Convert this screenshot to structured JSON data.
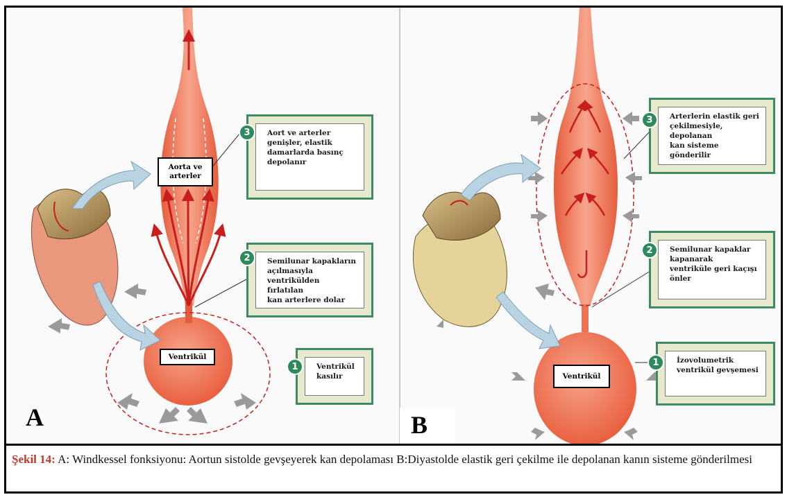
{
  "panel_a": {
    "letter": "A",
    "vessel_label": "Aorta ve\narterler",
    "ventricle_label": "Ventrikül",
    "callouts": [
      {
        "number": "3",
        "text": "Aort ve arterler\ngenişler, elastik\ndamarlarda basınç\ndepolanır"
      },
      {
        "number": "2",
        "text": "Semilunar kapakların\naçılmasıyla\nventrikülden fırlatılan\nkan arterlere dolar"
      },
      {
        "number": "1",
        "text": "Ventrikül\nkasılır"
      }
    ]
  },
  "panel_b": {
    "letter": "B",
    "ventricle_label": "Ventrikül",
    "callouts": [
      {
        "number": "3",
        "text": "Arterlerin elastik geri\nçekilmesiyle, depolanan\nkan sisteme gönderilir"
      },
      {
        "number": "2",
        "text": "Semilunar kapaklar\nkapanarak\nventriküle geri kaçışı\nönler"
      },
      {
        "number": "1",
        "text": "İzovolumetrik\nventrikül gevşemesi"
      }
    ]
  },
  "caption": {
    "label": "Şekil 14:",
    "text": " A: Windkessel fonksiyonu: Aortun sistolde gevşeyerek kan depolaması B:Diyastolde elastik geri çekilme ile depolanan kanın sisteme gönderilmesi"
  },
  "colors": {
    "vessel": "#ee7258",
    "arrow_red": "#c81e1e",
    "callout_border": "#3d8a63",
    "callout_fill": "#e7e9cf",
    "badge": "#2e8a5d",
    "caption_label": "#c0392b"
  }
}
